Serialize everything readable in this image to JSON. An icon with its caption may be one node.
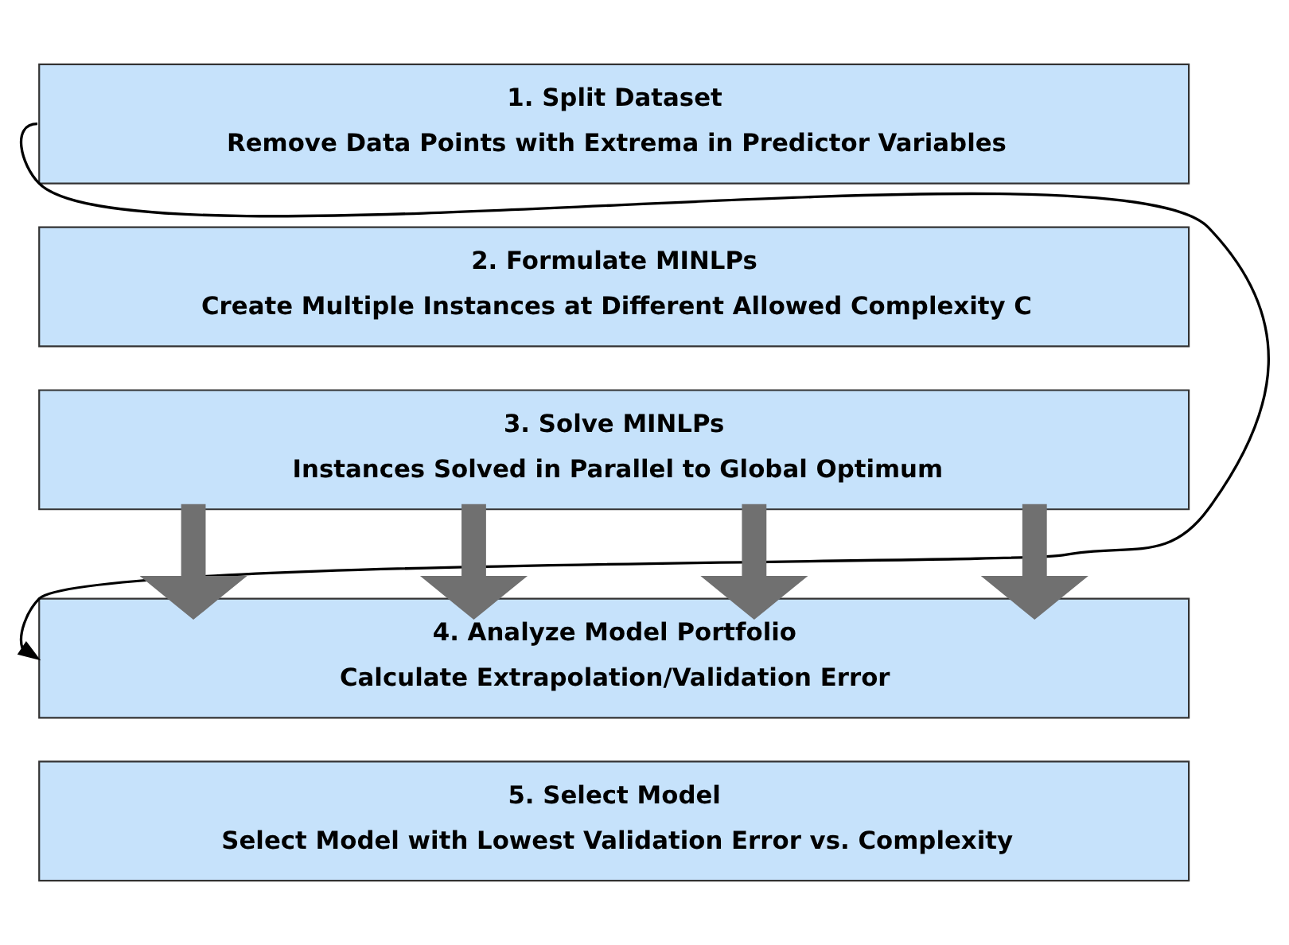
{
  "diagram": {
    "nodes": [
      {
        "text": [
          "1. Split Dataset",
          "Remove Data Points with Extrema in Predictor Variables"
        ]
      },
      {
        "text": [
          "2. Formulate MINLPs",
          "Create Multiple Instances at Different Allowed Complexity C"
        ]
      },
      {
        "text": [
          "3. Solve MINLPs",
          "Instances Solved in Parallel to Global Optimum"
        ]
      },
      {
        "text": [
          "4. Analyze Model Portfolio",
          "Calculate Extrapolation/Validation Error"
        ]
      },
      {
        "text": [
          "5. Select Model",
          "Select Model with Lowest Validation Error vs. Complexity"
        ]
      }
    ],
    "edges": [
      {
        "from": 0,
        "to": 3,
        "arrow": "to",
        "color": "#000000"
      },
      {
        "from": 2,
        "to": 3,
        "arrow": "to"
      },
      {
        "from": 2,
        "to": 3,
        "arrow": "to"
      },
      {
        "from": 2,
        "to": 3,
        "arrow": "to"
      },
      {
        "from": 2,
        "to": 3,
        "arrow": "to"
      }
    ]
  }
}
